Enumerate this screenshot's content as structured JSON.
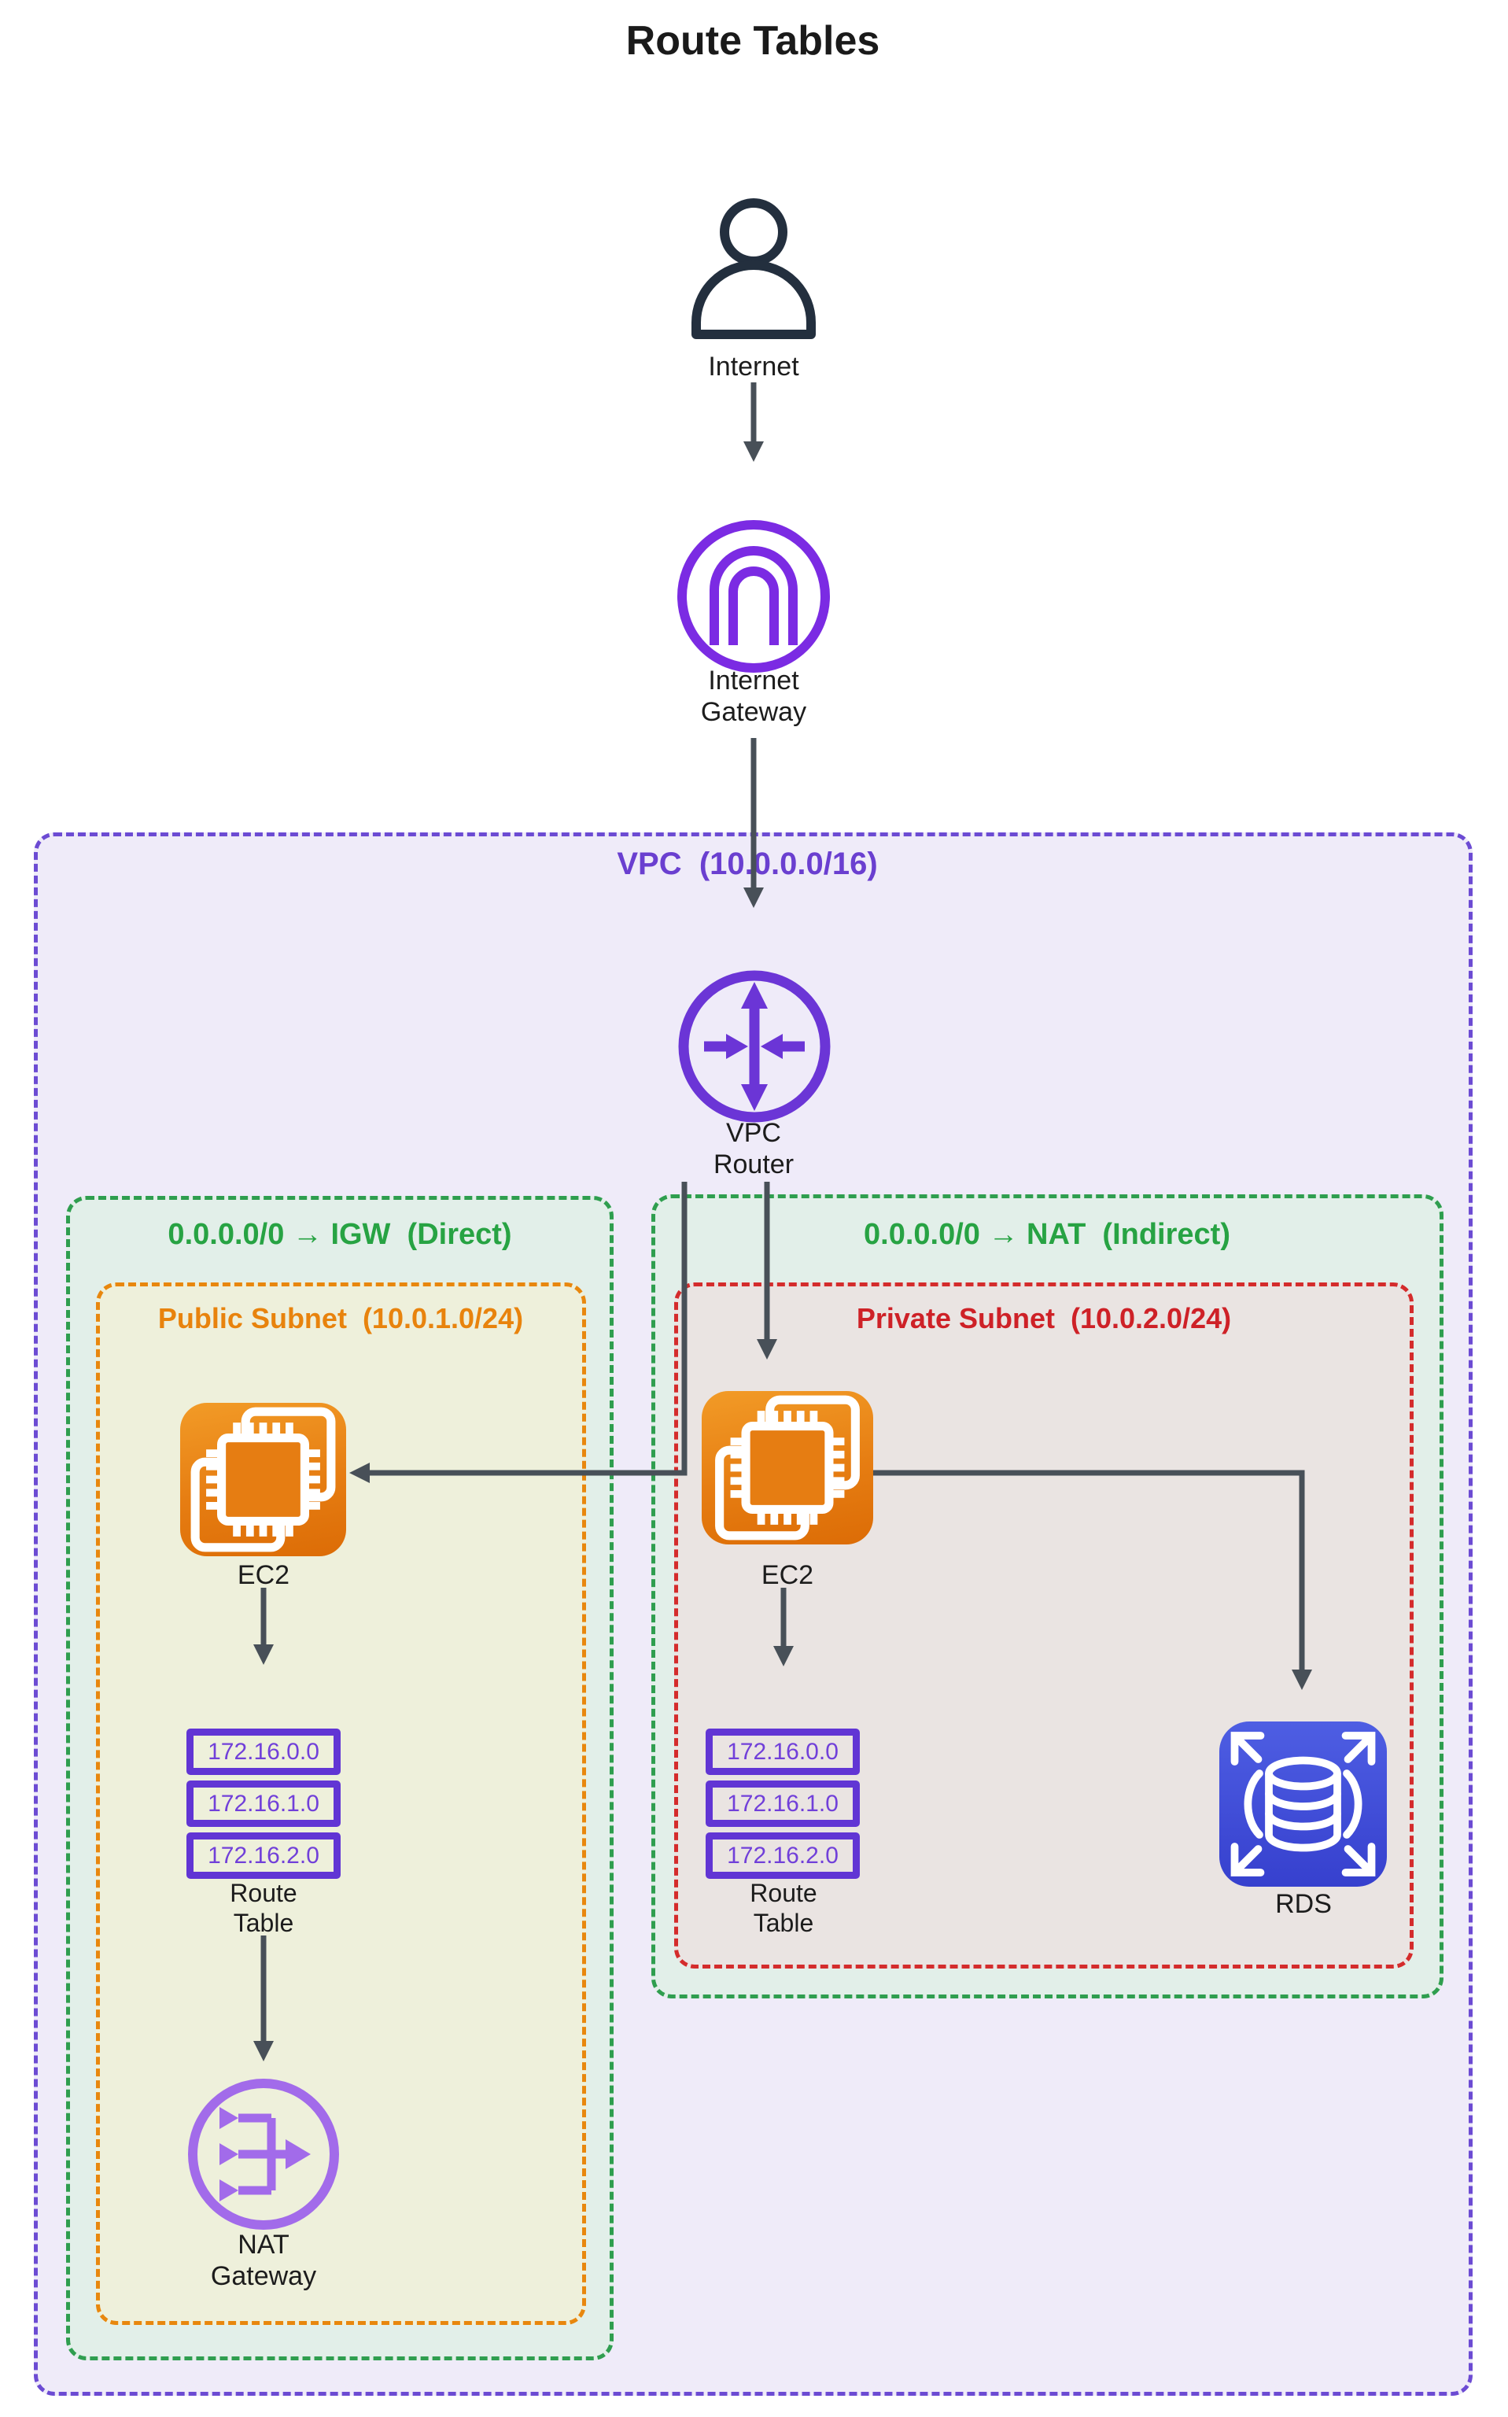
{
  "title": "Route Tables",
  "colors": {
    "arrow": "#485058",
    "vpc_fill": "#EFEBF9",
    "vpc_border": "#6C4BD3",
    "vpc_label": "#6A3FD0",
    "rule_label_green": "#27A343",
    "green_zone_fill": "#E2EFE9",
    "green_zone_border": "#2F9E4F",
    "public_subnet_label": "#E8830D",
    "public_subnet_fill": "#EEF0DB",
    "private_subnet_label": "#CE2127",
    "private_subnet_fill": "#EAE4E2",
    "internet_user_icon": "#232F3E",
    "internet_gateway_purple": "#7B2BE3",
    "vpc_router_purple": "#6B35D6",
    "nat_gateway_purple": "#A26BEA",
    "route_table_purple": "#6135D4",
    "ec2_orange": "#E67D12",
    "rds_blue": "#3E4AD6"
  },
  "nodes": {
    "internet": {
      "label": "Internet"
    },
    "internet_gateway": {
      "line1": "Internet",
      "line2": "Gateway"
    },
    "vpc": {
      "label": "VPC  (10.0.0.0/16)"
    },
    "vpc_router": {
      "line1": "VPC",
      "line2": "Router"
    },
    "public_route_rule": {
      "label": "0.0.0.0/0 → IGW  (Direct)"
    },
    "private_route_rule": {
      "label": "0.0.0.0/0 → NAT  (Indirect)"
    },
    "public_subnet": {
      "label": "Public Subnet  (10.0.1.0/24)"
    },
    "private_subnet": {
      "label": "Private Subnet  (10.0.2.0/24)"
    },
    "public_ec2": {
      "label": "EC2"
    },
    "private_ec2": {
      "label": "EC2"
    },
    "public_route_table": {
      "entries": [
        "172.16.0.0",
        "172.16.1.0",
        "172.16.2.0"
      ],
      "line1": "Route",
      "line2": "Table"
    },
    "private_route_table": {
      "entries": [
        "172.16.0.0",
        "172.16.1.0",
        "172.16.2.0"
      ],
      "line1": "Route",
      "line2": "Table"
    },
    "nat_gateway": {
      "line1": "NAT",
      "line2": "Gateway"
    },
    "rds": {
      "label": "RDS"
    }
  }
}
